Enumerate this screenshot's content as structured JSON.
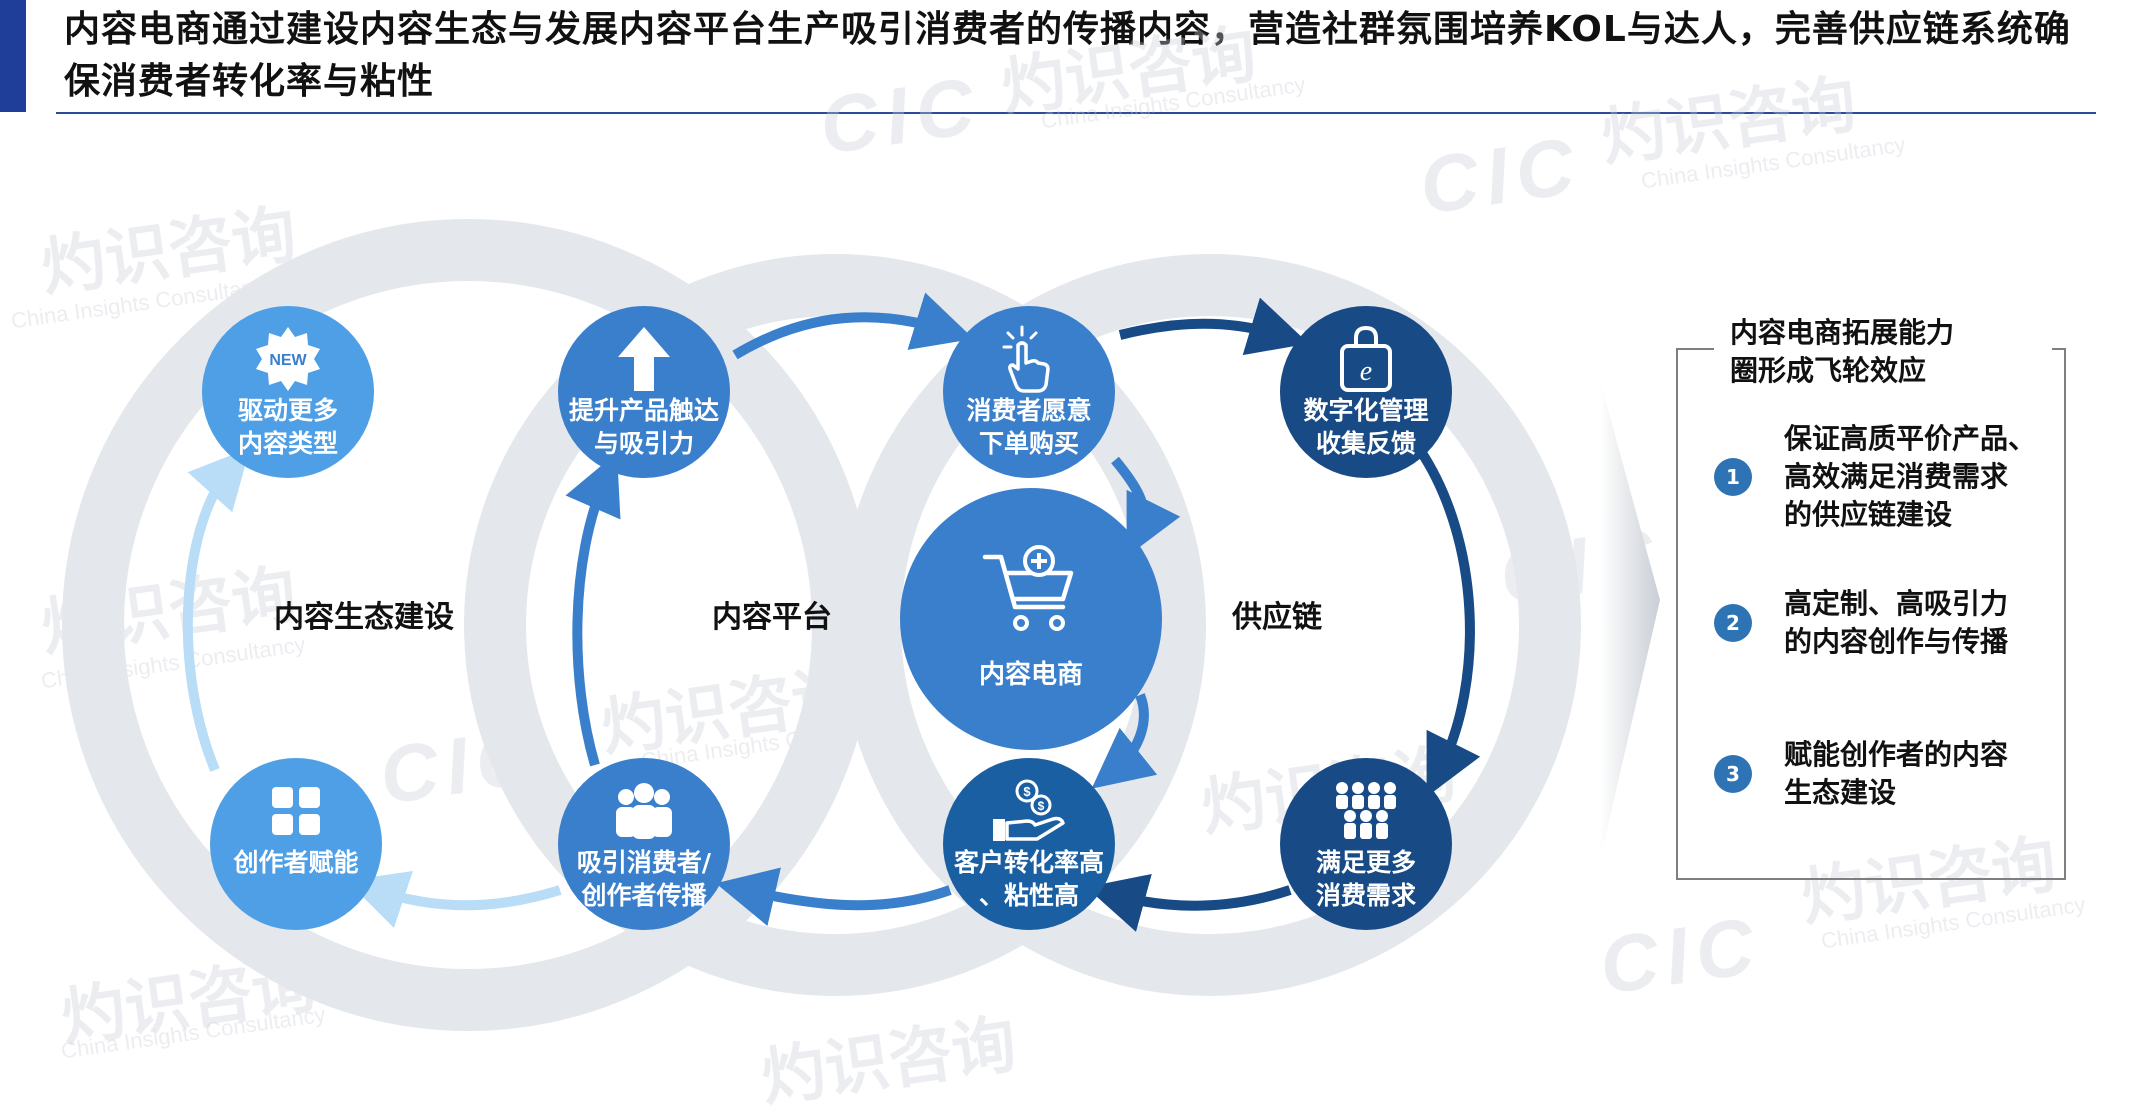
{
  "title": "内容电商通过建设内容生态与发展内容平台生产吸引消费者的传播内容，营造社群氛围培养KOL与达人，完善供应链系统确保消费者转化率与粘性",
  "sections": {
    "ecology": "内容生态建设",
    "platform": "内容平台",
    "supply": "供应链"
  },
  "nodes": {
    "drive": {
      "label": "驱动更多\n内容类型",
      "icon": "new-badge-icon",
      "badge": "NEW"
    },
    "creator": {
      "label": "创作者赋能",
      "icon": "grid-icon"
    },
    "reach": {
      "label": "提升产品触达\n与吸引力",
      "icon": "arrow-up-icon"
    },
    "attract": {
      "label": "吸引消费者/\n创作者传播",
      "icon": "people-group-icon"
    },
    "willing": {
      "label": "消费者愿意\n下单购买",
      "icon": "tap-hand-icon"
    },
    "convert": {
      "label": "客户转化率高\n、粘性高",
      "icon": "money-hand-icon"
    },
    "digital": {
      "label": "数字化管理\n收集反馈",
      "icon": "e-shopping-bag-icon"
    },
    "satisfy": {
      "label": "满足更多\n消费需求",
      "icon": "crowd-icon"
    },
    "center": {
      "label": "内容电商",
      "icon": "cart-icon"
    }
  },
  "panel": {
    "heading": "内容电商拓展能力\n圈形成飞轮效应",
    "items": [
      {
        "num": "1",
        "text": "保证高质平价产品、\n高效满足消费需求\n的供应链建设"
      },
      {
        "num": "2",
        "text": "高定制、高吸引力\n的内容创作与传播"
      },
      {
        "num": "3",
        "text": "赋能创作者的内容\n生态建设"
      }
    ]
  },
  "watermark": {
    "cn": "灼识咨询",
    "en": "China Insights Consultancy",
    "logo": "CIC"
  },
  "colors": {
    "light_blue": "#4f9fe6",
    "mid_blue": "#3a7fcc",
    "dark_blue": "#1b5fa3",
    "navy": "#184a86",
    "pale_arrow": "#b9dcf7",
    "accent_bar": "#1f3e99"
  }
}
